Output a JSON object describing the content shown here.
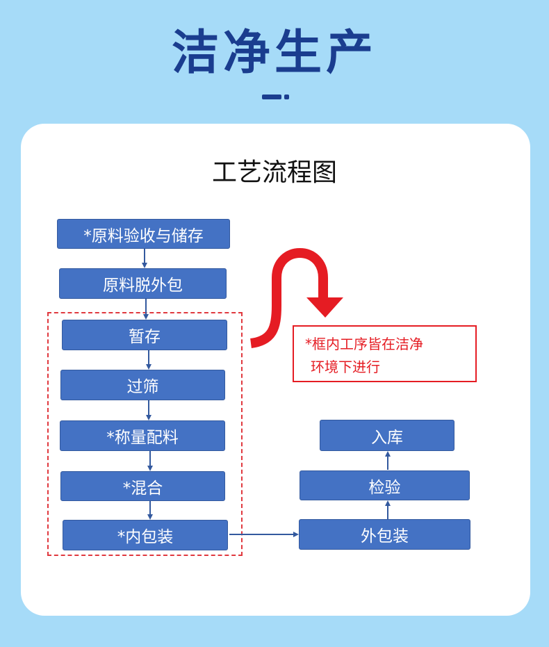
{
  "hero": {
    "title": "洁净生产"
  },
  "diagram": {
    "title": "工艺流程图",
    "steps": {
      "receive": "*原料验收与储存",
      "unpack": "原料脱外包",
      "temp_store": "暂存",
      "sieve": "过筛",
      "weigh": "*称量配料",
      "mix": "*混合",
      "inner_pack": "*内包装",
      "outer_pack": "外包装",
      "inspect": "检验",
      "warehouse": "入库"
    },
    "note": {
      "line1": "*框内工序皆在洁净",
      "line2": "环境下进行"
    },
    "colors": {
      "step_fill": "#4472c4",
      "connector": "#33599e",
      "highlight": "#e51c23",
      "title": "#1a3d8f",
      "background": "#a6dbf8"
    }
  }
}
